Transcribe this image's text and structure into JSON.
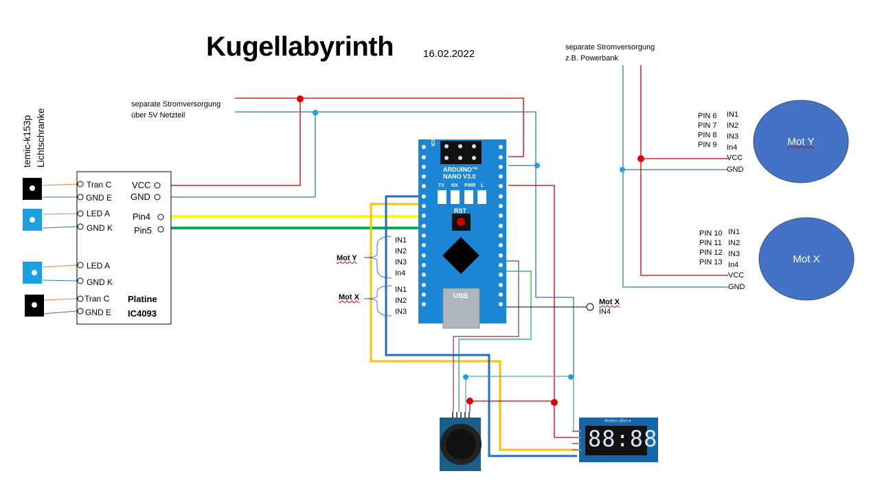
{
  "header": {
    "title": "Kugellabyrinth",
    "date": "16.02.2022"
  },
  "sensor": {
    "name_line1": "temic-k153p",
    "name_line2": "Lichtschranke"
  },
  "power_left": {
    "line1": "separate Stromversorgung",
    "line2": "über 5V Netzteil"
  },
  "power_right": {
    "line1": "separate Stromversorgung",
    "line2": "z.B. Powerbank"
  },
  "platine": {
    "title_line1": "Platine",
    "title_line2": "IC4093",
    "left_pins": [
      "Tran C",
      "GND E",
      "LED A",
      "GND K",
      "LED A",
      "GND K",
      "Tran C",
      "GND E"
    ],
    "right_pins": [
      "VCC",
      "GND",
      "Pin4",
      "Pin5"
    ]
  },
  "arduino": {
    "name_line1": "ARDUINO™",
    "name_line2": "NANO V3.0",
    "icsp": "ICSP",
    "leds": [
      "TX",
      "RX",
      "PWR",
      "L"
    ],
    "rst": "RST",
    "usb": "USB"
  },
  "mot_y_bracket": {
    "label": "Mot Y",
    "pins": [
      "IN1",
      "IN2",
      "IN3",
      "In4"
    ]
  },
  "mot_x_bracket": {
    "label": "Mot X",
    "pins": [
      "IN1",
      "IN2",
      "IN3"
    ]
  },
  "mot_x_in4": {
    "label": "Mot X",
    "pin": "IN4"
  },
  "motor_y": {
    "name": "Mot Y",
    "arduino_pins": [
      "PIN 6",
      "PIN 7",
      "PIN 8",
      "PIN 9"
    ],
    "inputs": [
      "IN1",
      "IN2",
      "IN3",
      "In4"
    ],
    "vcc": "VCC",
    "gnd": "GND"
  },
  "motor_x": {
    "name": "Mot X",
    "arduino_pins": [
      "PIN 10",
      "PIN 11",
      "PIN 12",
      "PIN 13"
    ],
    "inputs": [
      "IN1",
      "IN2",
      "IN3",
      "In4"
    ],
    "vcc": "VCC",
    "gnd": "GND"
  },
  "display": {
    "digits": "88:88",
    "caption": "4-Digit Display"
  },
  "colors": {
    "red_wire": "#c00000",
    "blue_wire": "#2e75b6",
    "yellow_wire": "#ffff00",
    "green_wire": "#00b050",
    "dark_blue_wire": "#1f6ebf",
    "orange_wire": "#ffc000",
    "purple_wire": "#7030a0",
    "teal_wire": "#5b9bd5",
    "motor_fill": "#4472c4",
    "board_blue": "#1c86d6",
    "node_red": "#e00000",
    "node_blue": "#20a0e0"
  }
}
